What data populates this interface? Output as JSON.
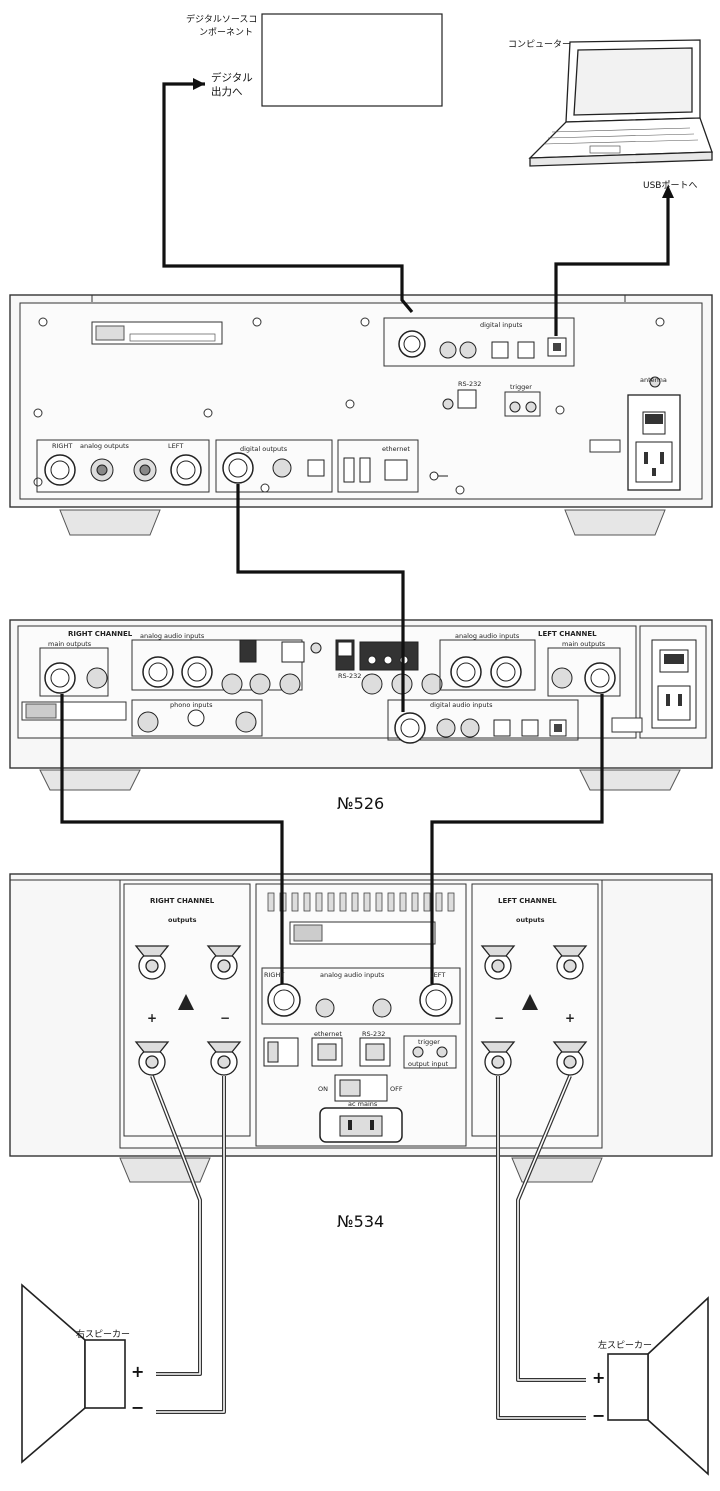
{
  "labels": {
    "digital_source": "デジタルソースコンポーネント",
    "digital_source_l1": "デジタルソースコ",
    "digital_source_l2": "ンポーネント",
    "digital_out_l1": "デジタル",
    "digital_out_l2": "出力へ",
    "computer": "コンピューター",
    "usb_port": "USBポートへ",
    "right_speaker": "右スピーカー",
    "left_speaker": "左スピーカー",
    "plus": "+",
    "minus": "−"
  },
  "models": {
    "preamp": "№526",
    "amplifier": "№534"
  },
  "panel_text": {
    "digital_inputs": "digital inputs",
    "digital_outputs": "digital outputs",
    "analog_outputs": "analog outputs",
    "right": "RIGHT",
    "left": "LEFT",
    "ethernet": "ethernet",
    "rs232": "RS-232",
    "trigger": "trigger",
    "antenna": "antenna",
    "right_channel": "RIGHT CHANNEL",
    "left_channel": "LEFT CHANNEL",
    "main_outputs": "main outputs",
    "analog_audio_inputs": "analog audio inputs",
    "digital_audio_inputs": "digital audio inputs",
    "phono_inputs": "phono inputs",
    "outputs": "outputs",
    "output_input": "output  input",
    "on": "ON",
    "off": "OFF",
    "ac_mains": "ac mains"
  },
  "colors": {
    "cable": "#111111",
    "panel_line": "#333333",
    "panel_fill": "#f7f7f7"
  }
}
